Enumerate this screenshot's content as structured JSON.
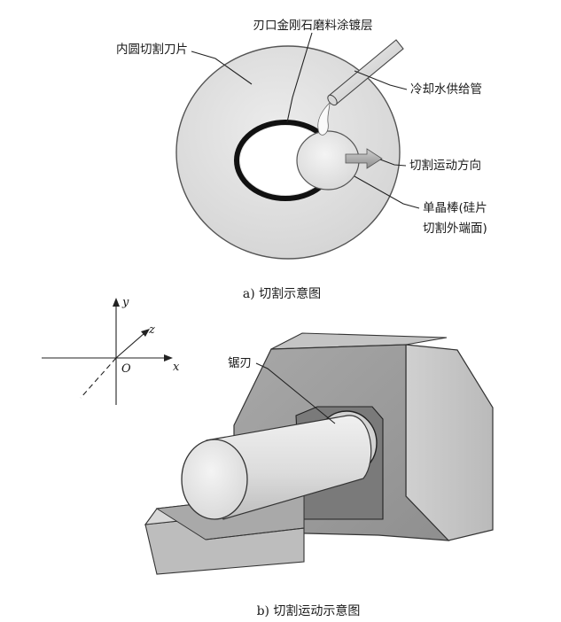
{
  "figure_a": {
    "labels": {
      "blade": "内圆切割刀片",
      "coating": "刃口金刚石磨料涂镀层",
      "coolant": "冷却水供给管",
      "direction": "切割运动方向",
      "ingot_line1": "单晶棒(硅片",
      "ingot_line2": "切割外端面)"
    },
    "caption": "a) 切割示意图"
  },
  "axes": {
    "y": "y",
    "z": "z",
    "x": "x",
    "origin": "O"
  },
  "figure_b": {
    "labels": {
      "saw_blade": "锯刃"
    },
    "caption": "b) 切割运动示意图"
  }
}
